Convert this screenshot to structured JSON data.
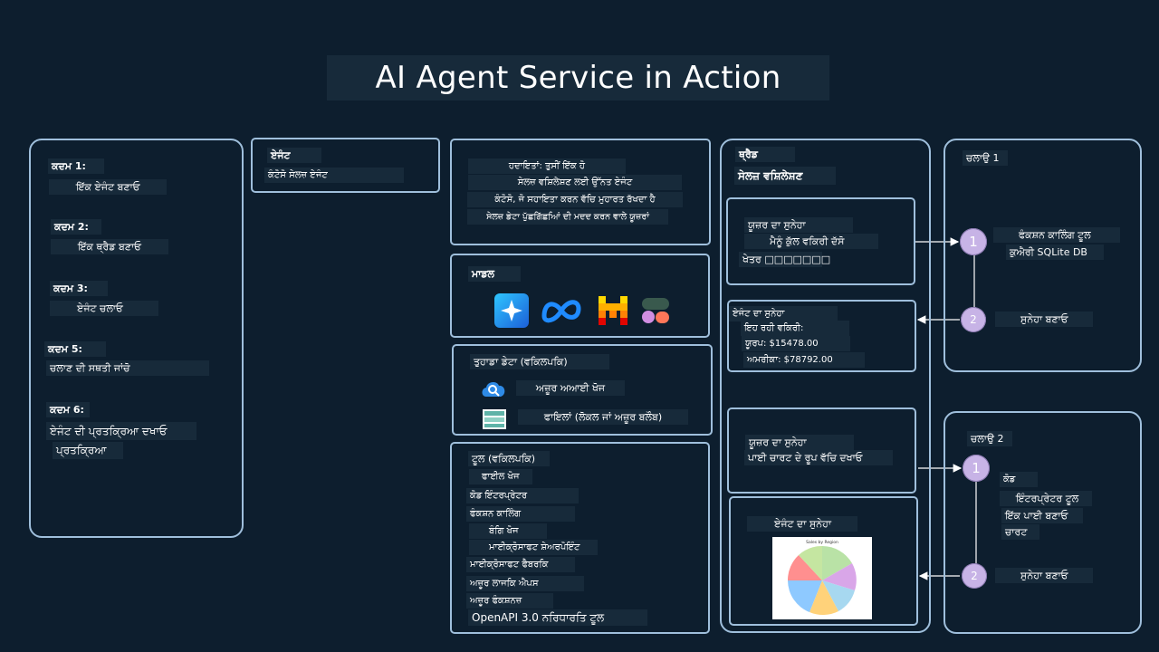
{
  "title": "AI Agent Service in Action",
  "steps": {
    "s1_head": "ਕਦਮ 1:",
    "s1_text": "ਇੱਕ ਏਜੰਟ ਬਣਾਓ",
    "s2_head": "ਕਦਮ 2:",
    "s2_text": "ਇੱਕ ਥ੍ਰੈਡ ਬਣਾਓ",
    "s3_head": "ਕਦਮ 3:",
    "s3_text": "ਏਜੰਟ ਚਲਾਓ",
    "s5_head": "ਕਦਮ 5:",
    "s5_text": "ਚਲਾਣ ਦੀ ਸਥਤੀ ਜਾਂਚੋ",
    "s6_head": "ਕਦਮ 6:",
    "s6_text": "ਏਜੰਟ ਦੀ ਪ੍ਰਤਕ੍ਰਿਆ ਦਖਾਓ",
    "s6_text2": "ਪ੍ਰਤਕ੍ਰਿਆ"
  },
  "agent": {
    "title": "ਏਜੰਟ",
    "name": "ਕੰਟੋਸੋ ਸੇਲਜ਼ ਏਜੰਟ"
  },
  "instructions": {
    "l1": "ਹਦਾਇਤਾਂ: ਤੁਸੀਂ ਇੱਕ ਹੋ",
    "l2": "ਸੇਲਜ਼ ਵਸ਼ਿਲੇਸ਼ਣ ਲਈ ਉੱਨਤ ਏਜੰਟ",
    "l3": "ਕੰਟੋਸੋ, ਜੋ ਸਹਾਇਤਾ ਕਰਨ ਵੱਚਿ ਮੁਹਾਰਤ ਰੱਖਦਾ ਹੈ",
    "l4": "ਸੇਲਜ਼ ਡੇਟਾ ਪੁੱਛਗਿੱਛਆਿਂ ਦੀ ਮਦਦ ਕਰਨ ਵਾਲੇ ਯੂਜ਼ਰਾਂ"
  },
  "models": {
    "title": "ਮਾਡਲ"
  },
  "data": {
    "title": "ਤੁਹਾਡਾ ਡੇਟਾ (ਵਕਿਲਪਕਿ)",
    "search": "ਅਜ਼ੂਰ ਅਆਈ ਖੋਜ",
    "files": "ਫਾਇਲਾਂ (ਲੋਕਲ ਜਾਂ ਅਜ਼ੂਰ ਬਲੌਬ)"
  },
  "tools": {
    "title": "ਟੂਲ (ਵਕਿਲਪਕਿ)",
    "items": [
      "ਫਾਈਲ ਖੋਜ",
      "ਕੋਡ ਇੰਟਰਪ੍ਰੇਟਰ",
      "ਫੰਕਸ਼ਨ ਕਾਲਿੰਗ",
      "ਬੰਗਿ ਖੋਜ",
      "ਮਾਈਕ੍ਰੋਸਾਫਟ ਸ਼ੇਅਰਪੋਇੰਟ",
      "ਮਾਈਕ੍ਰੋਸਾਫਟ ਫੈਬਰਕਿ",
      "ਅਜ਼ੂਰ ਲਾਜਕਿ ਐਪਸ",
      "ਅਜ਼ੂਰ ਫੰਕਸ਼ਨਜ਼",
      "OpenAPI 3.0 ਨਰਿਧਾਰਤਿ ਟੂਲ"
    ]
  },
  "thread": {
    "title": "ਥ੍ਰੈਡ",
    "subtitle": "ਸੇਲਜ਼ ਵਸ਼ਿਲੇਸ਼ਣ",
    "user1_head": "ਯੂਜ਼ਰ ਦਾ ਸੁਨੇਹਾ",
    "user1_text": "ਮੈਨੂੰ ਕੁੱਲ ਵਕਿਰੀ ਦੱਸੋ",
    "user1_text2": "ਖੇਤਰ □□□□□□□",
    "agent1_head": "ਏਜੰਟ ਦਾ ਸੁਨੇਹਾ",
    "agent1_l1": "ਇਹ ਰਹੀ ਵਕਿਰੀ:",
    "agent1_l2": "ਯੂਰਪ: $15478.00",
    "agent1_l3": "ਅਮਰੀਕਾ: $78792.00",
    "user2_head": "ਯੂਜ਼ਰ ਦਾ ਸੁਨੇਹਾ",
    "user2_text": "ਪਾਈ ਚਾਰਟ ਦੇ ਰੂਪ ਵੱਚਿ ਦਖਾਓ",
    "agent2_head": "ਏਜੰਟ ਦਾ ਸੁਨੇਹਾ",
    "chart_title": "Sales by Region"
  },
  "run1": {
    "title": "ਚਲਾਉ 1",
    "n1": "1",
    "n2": "2",
    "t1": "ਫੰਕਸ਼ਨ ਕਾਲਿੰਗ ਟੂਲ",
    "t2": "ਕੁਐਰੀ SQLite DB",
    "msg": "ਸੁਨੇਹਾ ਬਣਾਓ"
  },
  "run2": {
    "title": "ਚਲਾਉ 2",
    "n1": "1",
    "n2": "2",
    "t0": "ਕੋਡ",
    "t1": "ਇੰਟਰਪ੍ਰੇਟਰ ਟੂਲ",
    "t2": "ਇੱਕ ਪਾਈ ਬਣਾਓ",
    "t3": "ਚਾਰਟ",
    "msg": "ਸੁਨੇਹਾ ਬਣਾਓ"
  },
  "colors": {
    "background": "#0d1e2e",
    "border": "#9fbfdc",
    "badge": "#c7b3e6"
  }
}
